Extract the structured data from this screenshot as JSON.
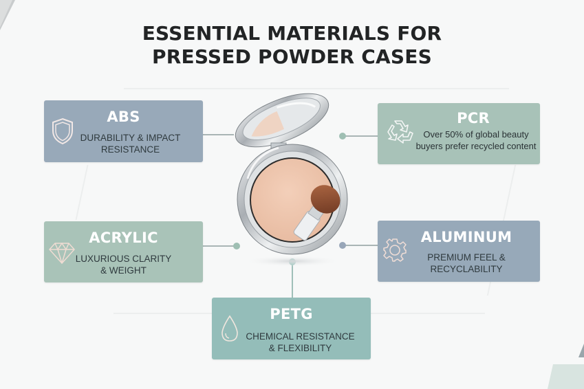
{
  "title": {
    "line1": "ESSENTIAL MATERIALS FOR",
    "line2": "PRESSED POWDER CASES"
  },
  "center_image": {
    "subject": "open pressed powder compact with mirror lid and kabuki brush",
    "colors": {
      "powder": "#f0c8b0",
      "case": "#c9ced2",
      "brush": "#8a4a2e"
    }
  },
  "materials": [
    {
      "id": "abs",
      "name": "ABS",
      "icon": "shield-icon",
      "desc_line1": "DURABILITY & IMPACT",
      "desc_line2": "RESISTANCE",
      "color": "#98a9b9",
      "position": "top-left"
    },
    {
      "id": "pcr",
      "name": "PCR",
      "icon": "recycle-icon",
      "desc_line1": "Over 50% of global beauty",
      "desc_line2": "buyers prefer recycled content",
      "color": "#a8c2b8",
      "position": "top-right"
    },
    {
      "id": "acrylic",
      "name": "ACRYLIC",
      "icon": "diamond-icon",
      "desc_line1": "LUXURIOUS CLARITY",
      "desc_line2": "& WEIGHT",
      "color": "#a9c3b8",
      "position": "middle-left"
    },
    {
      "id": "aluminum",
      "name": "ALUMINUM",
      "icon": "gear-icon",
      "desc_line1": "PREMIUM FEEL &",
      "desc_line2": "RECYCLABILITY",
      "color": "#97a9b9",
      "position": "middle-right"
    },
    {
      "id": "petg",
      "name": "PETG",
      "icon": "droplet-icon",
      "desc_line1": "CHEMICAL RESISTANCE",
      "desc_line2": "& FLEXIBILITY",
      "color": "#94bdb9",
      "position": "bottom-center"
    }
  ],
  "connector_dot_colors": {
    "green": "#9fbfb3",
    "blue": "#98a6b8",
    "teal": "#8fbcb4"
  }
}
